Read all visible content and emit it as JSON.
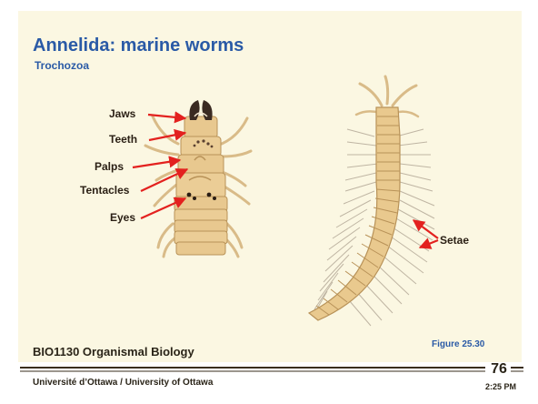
{
  "slide": {
    "title": "Annelida: marine worms",
    "subtitle": "Trochozoa",
    "course": "BIO1130 Organismal Biology",
    "figure_ref": "Figure 25.30",
    "footer": "Université d’Ottawa / University of Ottawa",
    "page_number": "76",
    "time": "2:25 PM"
  },
  "labels": {
    "jaws": "Jaws",
    "teeth": "Teeth",
    "palps": "Palps",
    "tentacles": "Tentacles",
    "eyes": "Eyes",
    "setae": "Setae"
  },
  "colors": {
    "title": "#2a5aa6",
    "background_panel": "#fbf7e2",
    "arrow": "#e3211f",
    "worm_body": "#e9c98e"
  }
}
